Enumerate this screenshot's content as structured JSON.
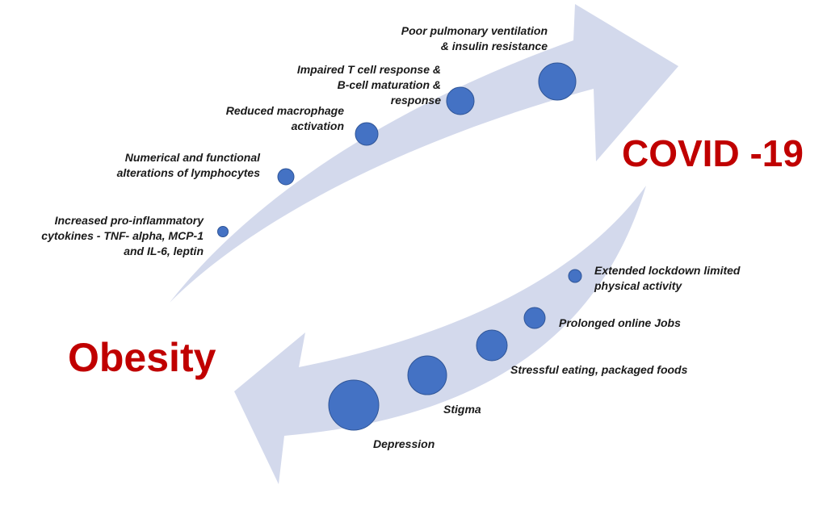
{
  "colors": {
    "arrow_fill": "#d3d9ec",
    "node_fill": "#4472c4",
    "node_stroke": "#2f5597",
    "title_color": "#c00000"
  },
  "nodes": {
    "covid": "COVID -19",
    "obesity": "Obesity"
  },
  "upper_arrow": {
    "items": [
      {
        "label_lines": [
          "Increased pro-inflammatory",
          "cytokines - TNF- alpha, MCP-1",
          "and IL-6, leptin"
        ]
      },
      {
        "label_lines": [
          "Numerical and functional",
          "alterations of lymphocytes"
        ]
      },
      {
        "label_lines": [
          "Reduced macrophage",
          "activation"
        ]
      },
      {
        "label_lines": [
          "Impaired T cell response &",
          "B-cell maturation &",
          "response"
        ]
      },
      {
        "label_lines": [
          "Poor pulmonary ventilation",
          "& insulin resistance"
        ]
      }
    ]
  },
  "lower_arrow": {
    "items": [
      {
        "label_lines": [
          "Extended lockdown limited",
          "physical activity"
        ]
      },
      {
        "label_lines": [
          "Prolonged online Jobs"
        ]
      },
      {
        "label_lines": [
          "Stressful eating, packaged foods"
        ]
      },
      {
        "label_lines": [
          "Stigma"
        ]
      },
      {
        "label_lines": [
          "Depression"
        ]
      }
    ]
  }
}
